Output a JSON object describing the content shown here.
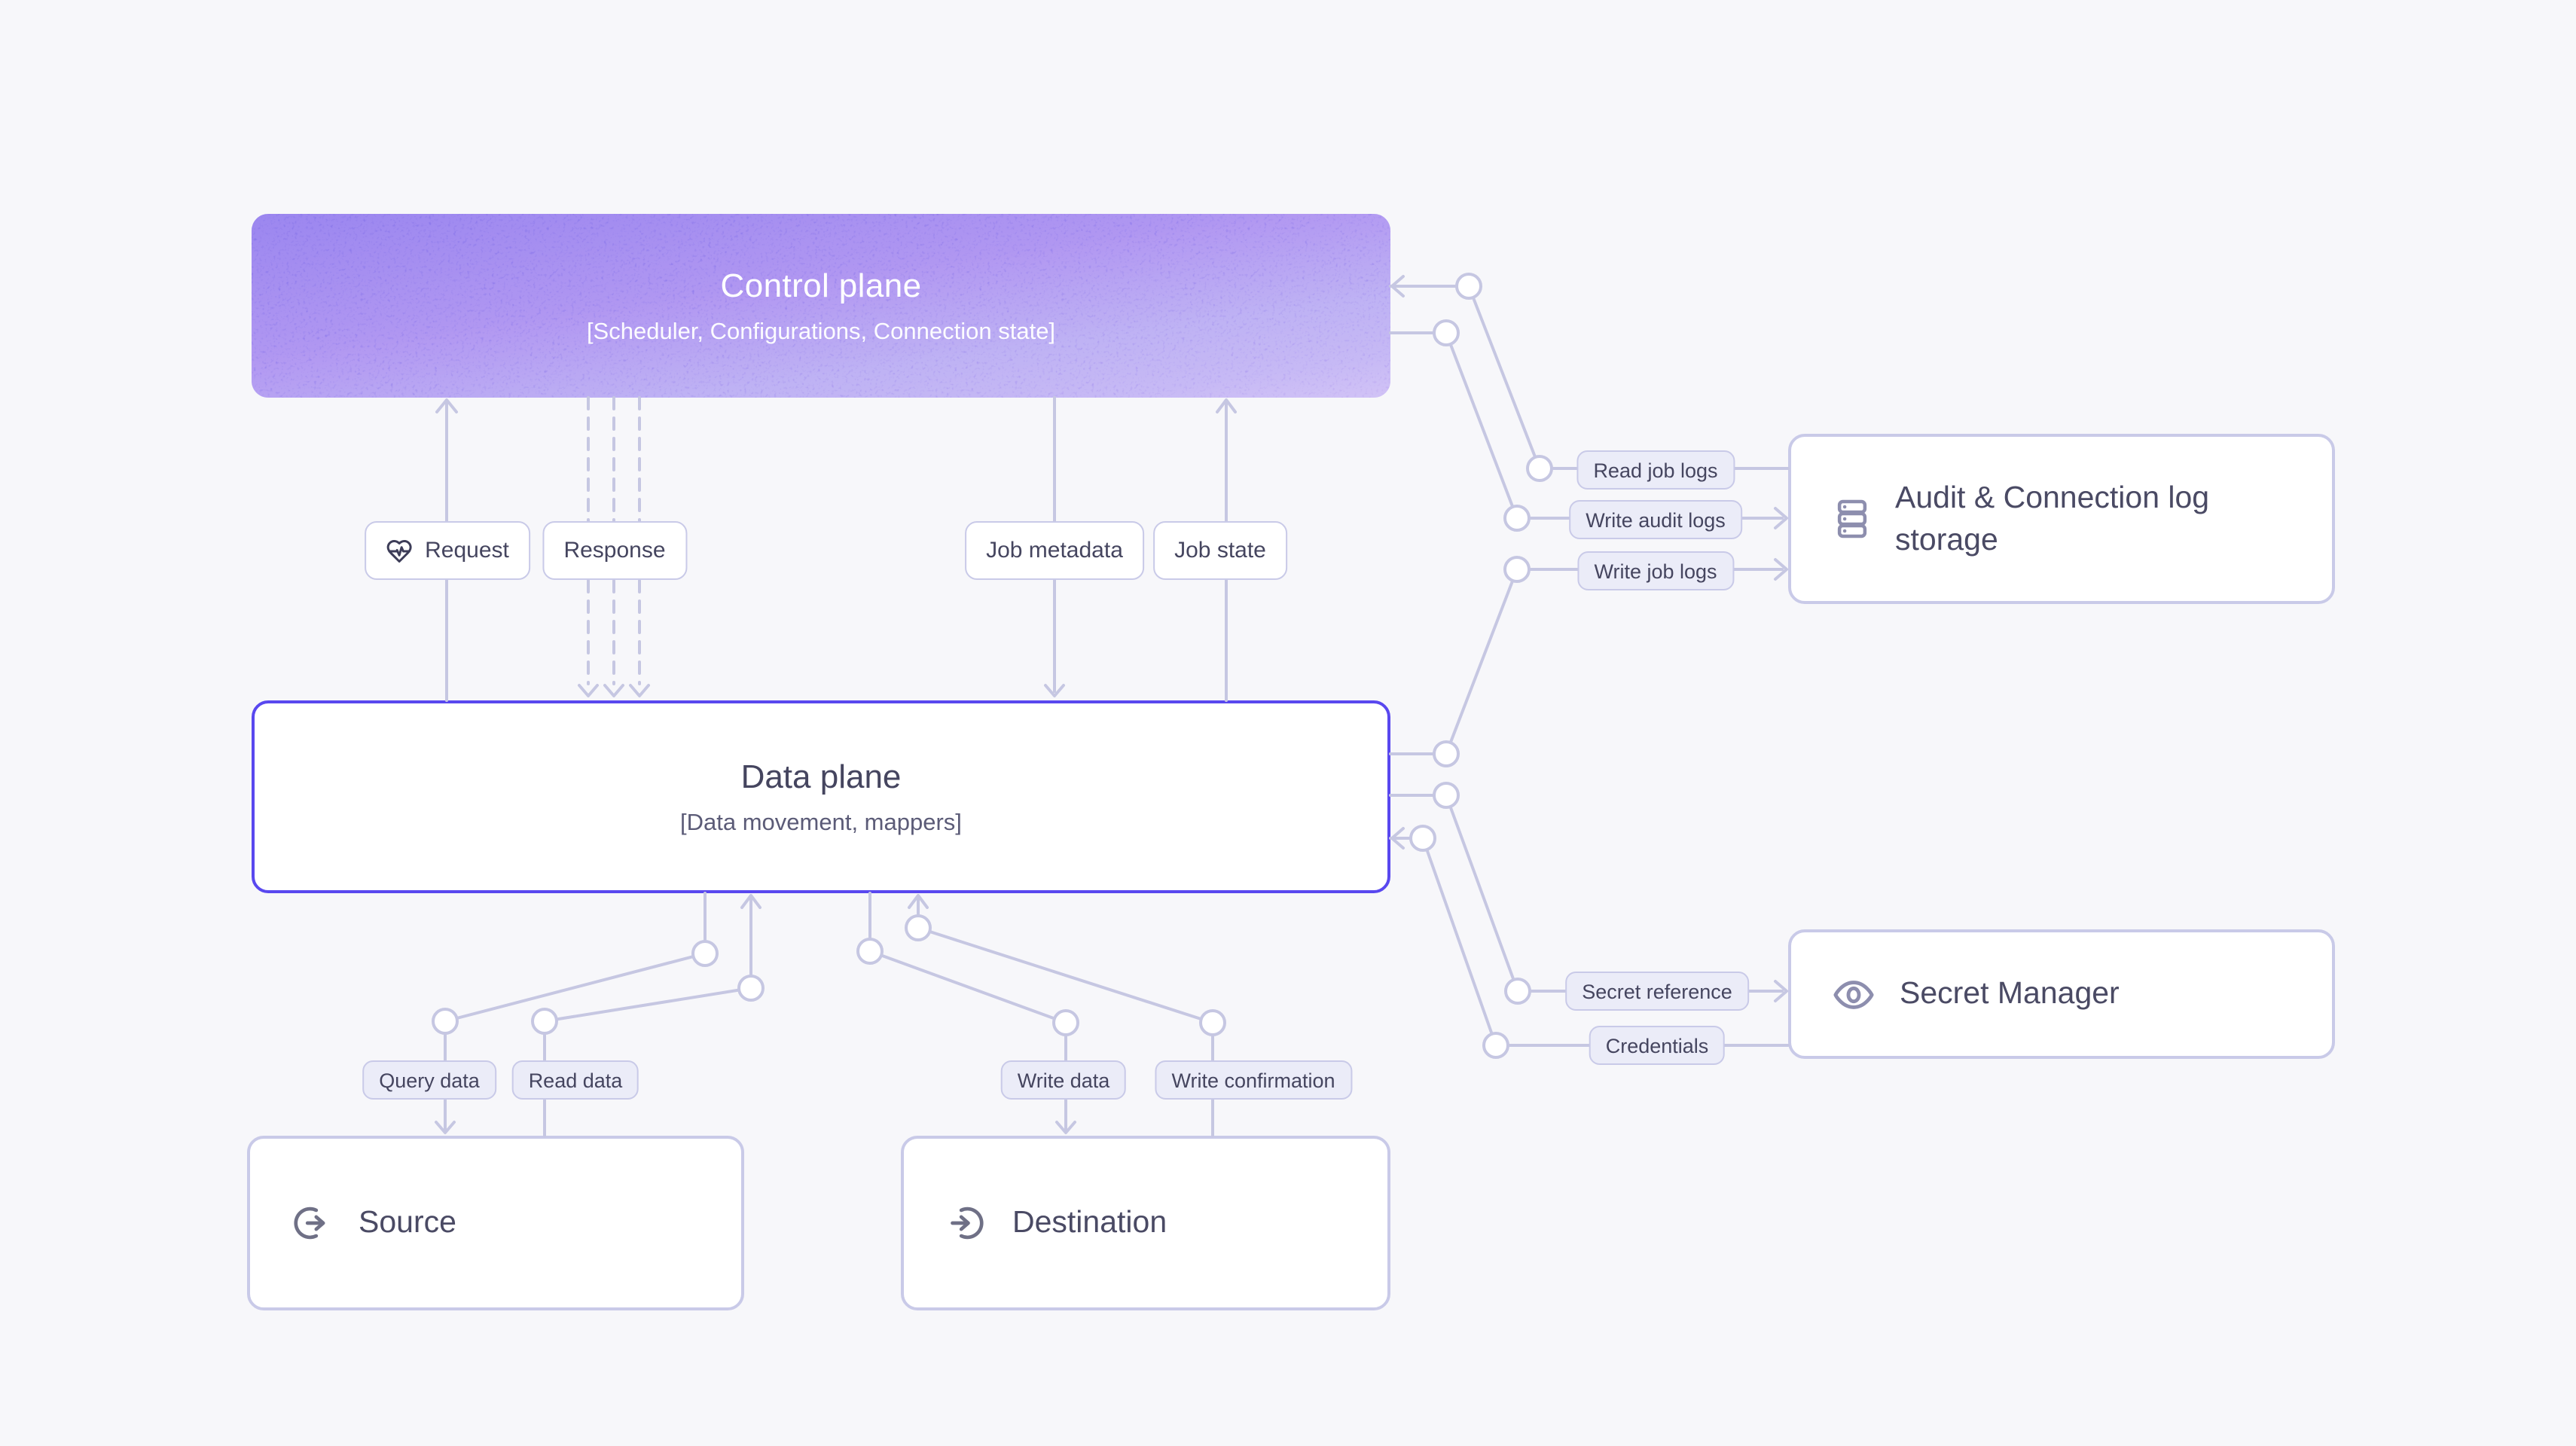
{
  "diagram_title": "Control plane / Data plane architecture diagram",
  "colors": {
    "bg": "#f7f7fa",
    "accent_violet": "#5948ef",
    "gradient_top": "#6f60e5",
    "gradient_bottom": "#b49bf0",
    "wire": "#c6c7e2",
    "label_fill": "#ebecf8",
    "label_border": "#c9cae8",
    "text_dark": "#45455f",
    "icon_gray": "#8d8eae",
    "icon_dark": "#6f7086"
  },
  "nodes": {
    "control_plane": {
      "title": "Control plane",
      "subtitle": "[Scheduler, Configurations, Connection state]"
    },
    "data_plane": {
      "title": "Data plane",
      "subtitle": "[Data movement, mappers]"
    },
    "source": {
      "title": "Source",
      "icon": "log-out-circle-icon"
    },
    "destination": {
      "title": "Destination",
      "icon": "log-in-circle-icon"
    },
    "audit_log_storage": {
      "title": "Audit & Connection log storage",
      "icon": "server-stack-icon"
    },
    "secret_manager": {
      "title": "Secret Manager",
      "icon": "eye-icon"
    }
  },
  "edge_labels": {
    "request": "Request",
    "response": "Response",
    "job_metadata": "Job metadata",
    "job_state": "Job state",
    "read_job_logs": "Read job logs",
    "write_audit_logs": "Write audit logs",
    "write_job_logs": "Write job logs",
    "secret_reference": "Secret reference",
    "credentials": "Credentials",
    "query_data": "Query data",
    "read_data": "Read data",
    "write_data": "Write data",
    "write_confirmation": "Write confirmation"
  },
  "icons": {
    "request_icon": "heart-pulse-icon",
    "audit_icon": "server-stack-icon",
    "secret_icon": "eye-icon",
    "source_icon": "log-out-circle-icon",
    "destination_icon": "log-in-circle-icon"
  }
}
